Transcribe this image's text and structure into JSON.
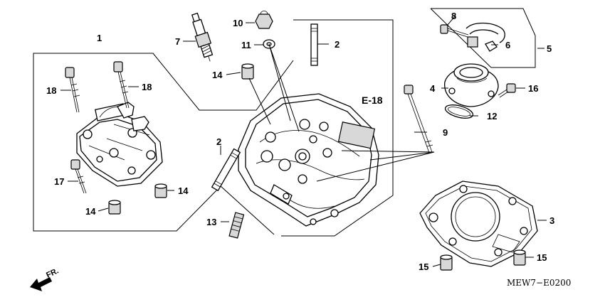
{
  "diagram": {
    "reference": "E-18",
    "drawing_code": "MEW7−E0200",
    "direction": "FR.",
    "callouts": {
      "c1": "1",
      "c2a": "2",
      "c2b": "2",
      "c3": "3",
      "c4": "4",
      "c5": "5",
      "c6": "6",
      "c7": "7",
      "c8": "8",
      "c9": "9",
      "c10": "10",
      "c11": "11",
      "c12": "12",
      "c13": "13",
      "c14a": "14",
      "c14b": "14",
      "c14c": "14",
      "c15a": "15",
      "c15b": "15",
      "c16": "16",
      "c17": "17",
      "c18a": "18",
      "c18b": "18"
    }
  }
}
